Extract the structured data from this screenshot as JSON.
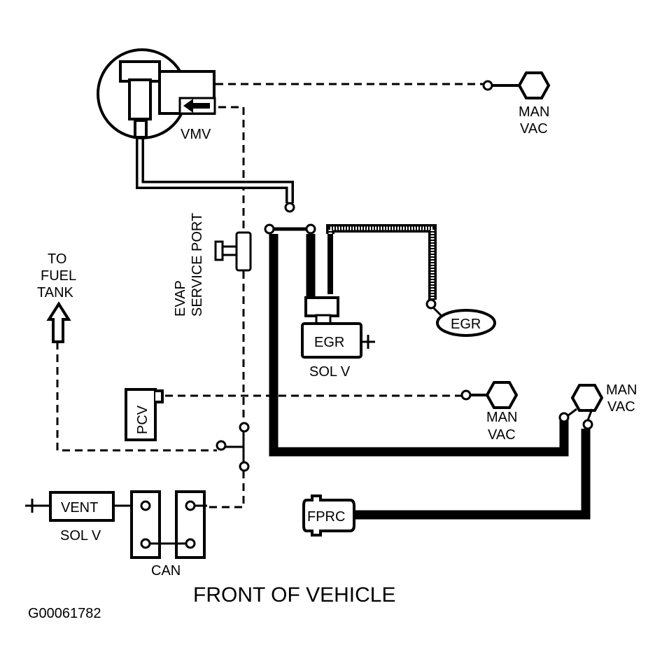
{
  "labels": {
    "vmv": "VMV",
    "man_vac_top_1": "MAN",
    "man_vac_top_2": "VAC",
    "evap_1": "EVAP",
    "evap_2": "SERVICE PORT",
    "fuel_tank_1": "TO",
    "fuel_tank_2": "FUEL",
    "fuel_tank_3": "TANK",
    "egr_valve": "EGR",
    "egr_sol": "EGR",
    "sol_v_egr": "SOL V",
    "pcv": "PCV",
    "man_vac_mid_1": "MAN",
    "man_vac_mid_2": "VAC",
    "man_vac_right_1": "MAN",
    "man_vac_right_2": "VAC",
    "vent": "VENT",
    "sol_v_vent": "SOL V",
    "can": "CAN",
    "fprc": "FPRC",
    "front": "FRONT OF VEHICLE",
    "code": "G00061782"
  }
}
